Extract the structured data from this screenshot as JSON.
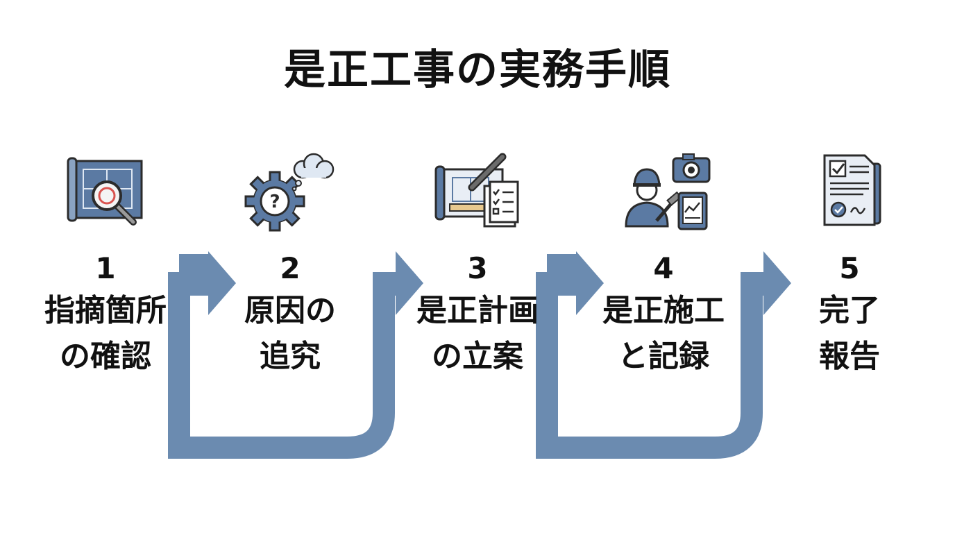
{
  "title": "是正工事の実務手順",
  "colors": {
    "arrow": "#6b8bb0",
    "icon_fill": "#5b7aa3",
    "icon_stroke": "#2b2b2b",
    "accent_red": "#d9534f"
  },
  "steps": [
    {
      "number": "1",
      "line1": "指摘箇所",
      "line2": "の確認",
      "icon": "blueprint-magnifier-icon"
    },
    {
      "number": "2",
      "line1": "原因の",
      "line2": "追究",
      "icon": "gear-question-icon"
    },
    {
      "number": "3",
      "line1": "是正計画",
      "line2": "の立案",
      "icon": "plan-pencil-checklist-icon"
    },
    {
      "number": "4",
      "line1": "是正施工",
      "line2": "と記録",
      "icon": "worker-camera-tablet-icon"
    },
    {
      "number": "5",
      "line1": "完了",
      "line2": "報告",
      "icon": "report-document-icon"
    }
  ]
}
